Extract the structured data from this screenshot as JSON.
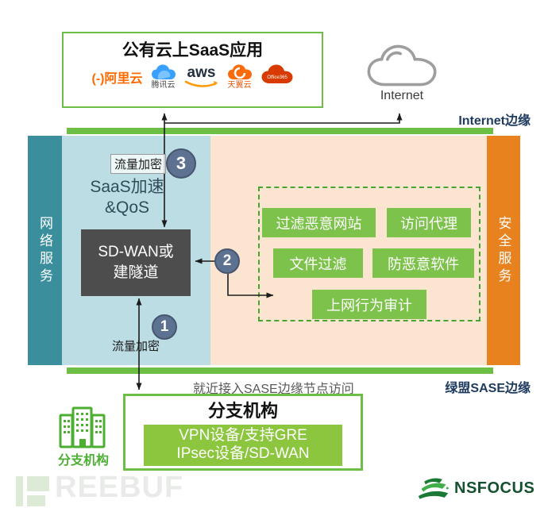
{
  "colors": {
    "accent_green": "#6cbf44",
    "button_green": "#7dc24a",
    "teal_sidebar": "#3b8f9c",
    "light_blue_panel": "#bddde4",
    "peach_panel": "#fbe5d0",
    "orange_sidebar": "#e8821f",
    "dark_box": "#4d4d4d",
    "step_circle": "#5d7191",
    "navy_label": "#1e3a5f",
    "nsfocus_green": "#15502f"
  },
  "saas_box": {
    "title": "公有云上SaaS应用",
    "logos": {
      "alibaba": "(-)阿里云",
      "tencent": "腾讯云",
      "aws": "aws",
      "tianyi": "天翼云",
      "office365": "Office365"
    }
  },
  "internet": {
    "label": "Internet",
    "edge_label": "Internet边缘"
  },
  "sidebar_left": "网络服务",
  "sidebar_right": "安全服务",
  "flow": {
    "encrypt_top": "流量加密",
    "encrypt_bottom": "流量加密",
    "step1": "1",
    "step2": "2",
    "step3": "3",
    "saas_accel_line1": "SaaS加速",
    "saas_accel_line2": "&QoS"
  },
  "sdwan": {
    "line1": "SD-WAN或",
    "line2": "建隧道"
  },
  "security": {
    "functions": [
      "过滤恶意网站",
      "访问代理",
      "文件过滤",
      "防恶意软件",
      "上网行为审计"
    ]
  },
  "bottom": {
    "access_note": "就近接入SASE边缘节点访问",
    "sase_edge_label": "绿盟SASE边缘"
  },
  "branch": {
    "title": "分支机构",
    "device_line1": "VPN设备/支持GRE",
    "device_line2": "IPsec设备/SD-WAN",
    "icon_label": "分支机构"
  },
  "watermark": {
    "text": "REEBUF"
  },
  "footer": {
    "logo_text": "NSFOCUS"
  }
}
